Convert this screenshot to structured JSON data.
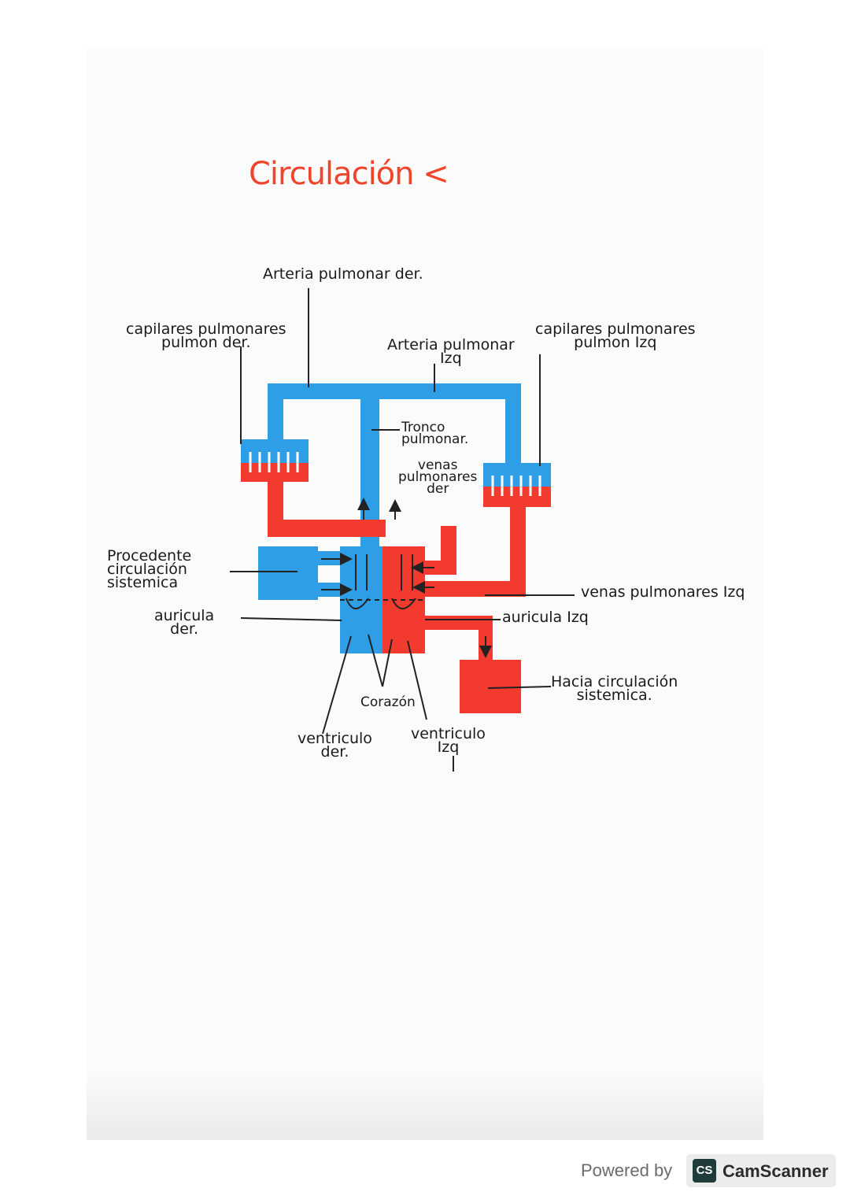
{
  "title": "Circulación <",
  "colors": {
    "deoxygenated": "#2e9ee6",
    "oxygenated": "#f23b2e",
    "title": "#f0442c",
    "label_line": "#222222"
  },
  "labels": {
    "arteria_pulmonar_der": "Arteria pulmonar der.",
    "capilares_der_line1": "capilares pulmonares",
    "capilares_der_line2": "pulmon der.",
    "arteria_pulmonar_izq_line1": "Arteria pulmonar",
    "arteria_pulmonar_izq_line2": "Izq",
    "capilares_izq_line1": "capilares pulmonares",
    "capilares_izq_line2": "pulmon Izq",
    "tronco_line1": "Tronco",
    "tronco_line2": "pulmonar.",
    "venas_der_line1": "venas",
    "venas_der_line2": "pulmonares",
    "venas_der_line3": "der",
    "procedente_line1": "Procedente",
    "procedente_line2": "circulación",
    "procedente_line3": "sistemica",
    "venas_izq": "venas pulmonares Izq",
    "auricula_der_line1": "auricula",
    "auricula_der_line2": "der.",
    "auricula_izq": "auricula Izq",
    "hacia_line1": "Hacia circulación",
    "hacia_line2": "sistemica.",
    "corazon": "Corazón",
    "ventriculo_der_line1": "ventriculo",
    "ventriculo_der_line2": "der.",
    "ventriculo_izq_line1": "ventriculo",
    "ventriculo_izq_line2": "Izq"
  },
  "footer": {
    "powered_by": "Powered by",
    "logo_text": "CS",
    "brand": "CamScanner"
  }
}
